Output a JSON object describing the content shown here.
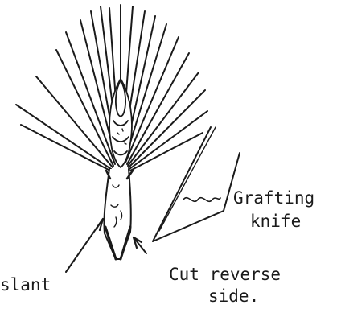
{
  "labels": {
    "grafting": "Grafting",
    "knife": "knife",
    "slant": "slant",
    "cut_reverse": "Cut reverse",
    "side": "side."
  },
  "colors": {
    "ink": "#1a1a1a",
    "background": "#ffffff"
  }
}
